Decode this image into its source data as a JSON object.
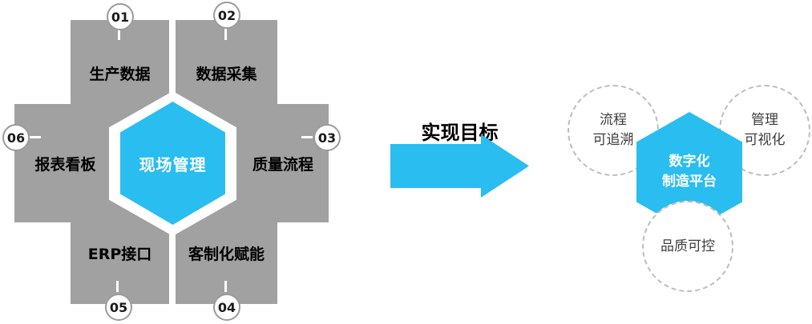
{
  "left_diagram": {
    "center_label": "现场管理",
    "items": [
      {
        "number": "01",
        "label": "生产数据"
      },
      {
        "number": "02",
        "label": "数据采集"
      },
      {
        "number": "03",
        "label": "质量流程"
      },
      {
        "number": "04",
        "label": "客制化赋能"
      },
      {
        "number": "05",
        "label": "ERP接口"
      },
      {
        "number": "06",
        "label": "报表看板"
      }
    ]
  },
  "arrow": {
    "label": "实现目标"
  },
  "right_diagram": {
    "center_line1": "数字化",
    "center_line2": "制造平台",
    "circles": [
      {
        "line1": "流程",
        "line2": "可追溯"
      },
      {
        "line1": "管理",
        "line2": "可视化"
      },
      {
        "line1": "品质可控",
        "line2": ""
      }
    ]
  },
  "colors": {
    "accent_blue": "#29bdf0",
    "block_gray": "#a1a1a1",
    "circle_border_gray": "#9b9b9b",
    "dashed_border_gray": "#bdbdbd"
  }
}
